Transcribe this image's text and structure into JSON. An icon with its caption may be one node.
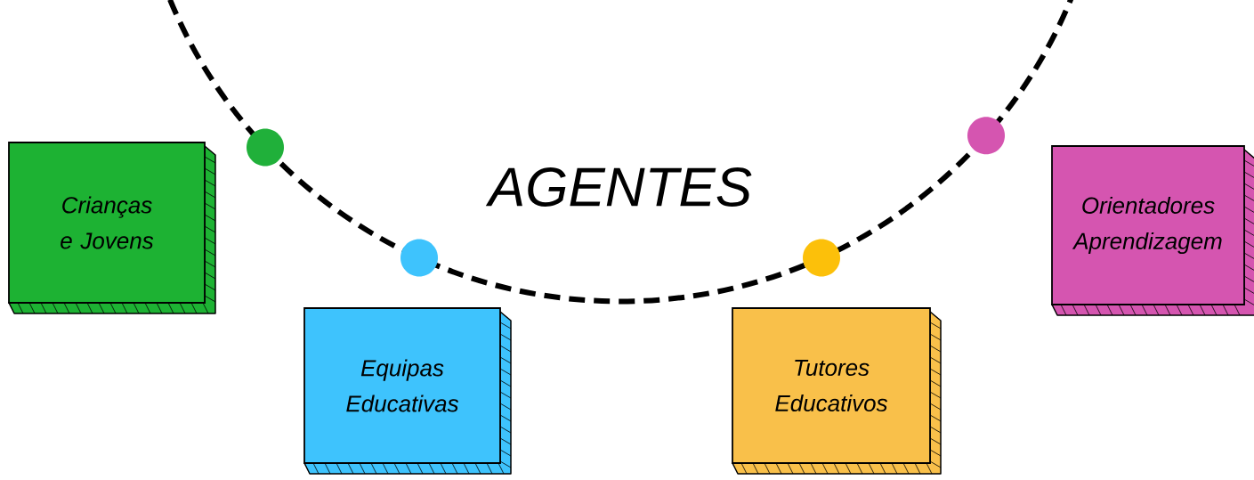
{
  "diagram": {
    "title": "AGENTES",
    "nodes": [
      {
        "text": [
          "Crianças e Jovens"
        ]
      },
      {
        "text": [
          "Equipas Educativas"
        ]
      },
      {
        "text": [
          "Tutores Educativos"
        ]
      },
      {
        "text": [
          "Orientadores Aprendizagem"
        ]
      }
    ]
  }
}
